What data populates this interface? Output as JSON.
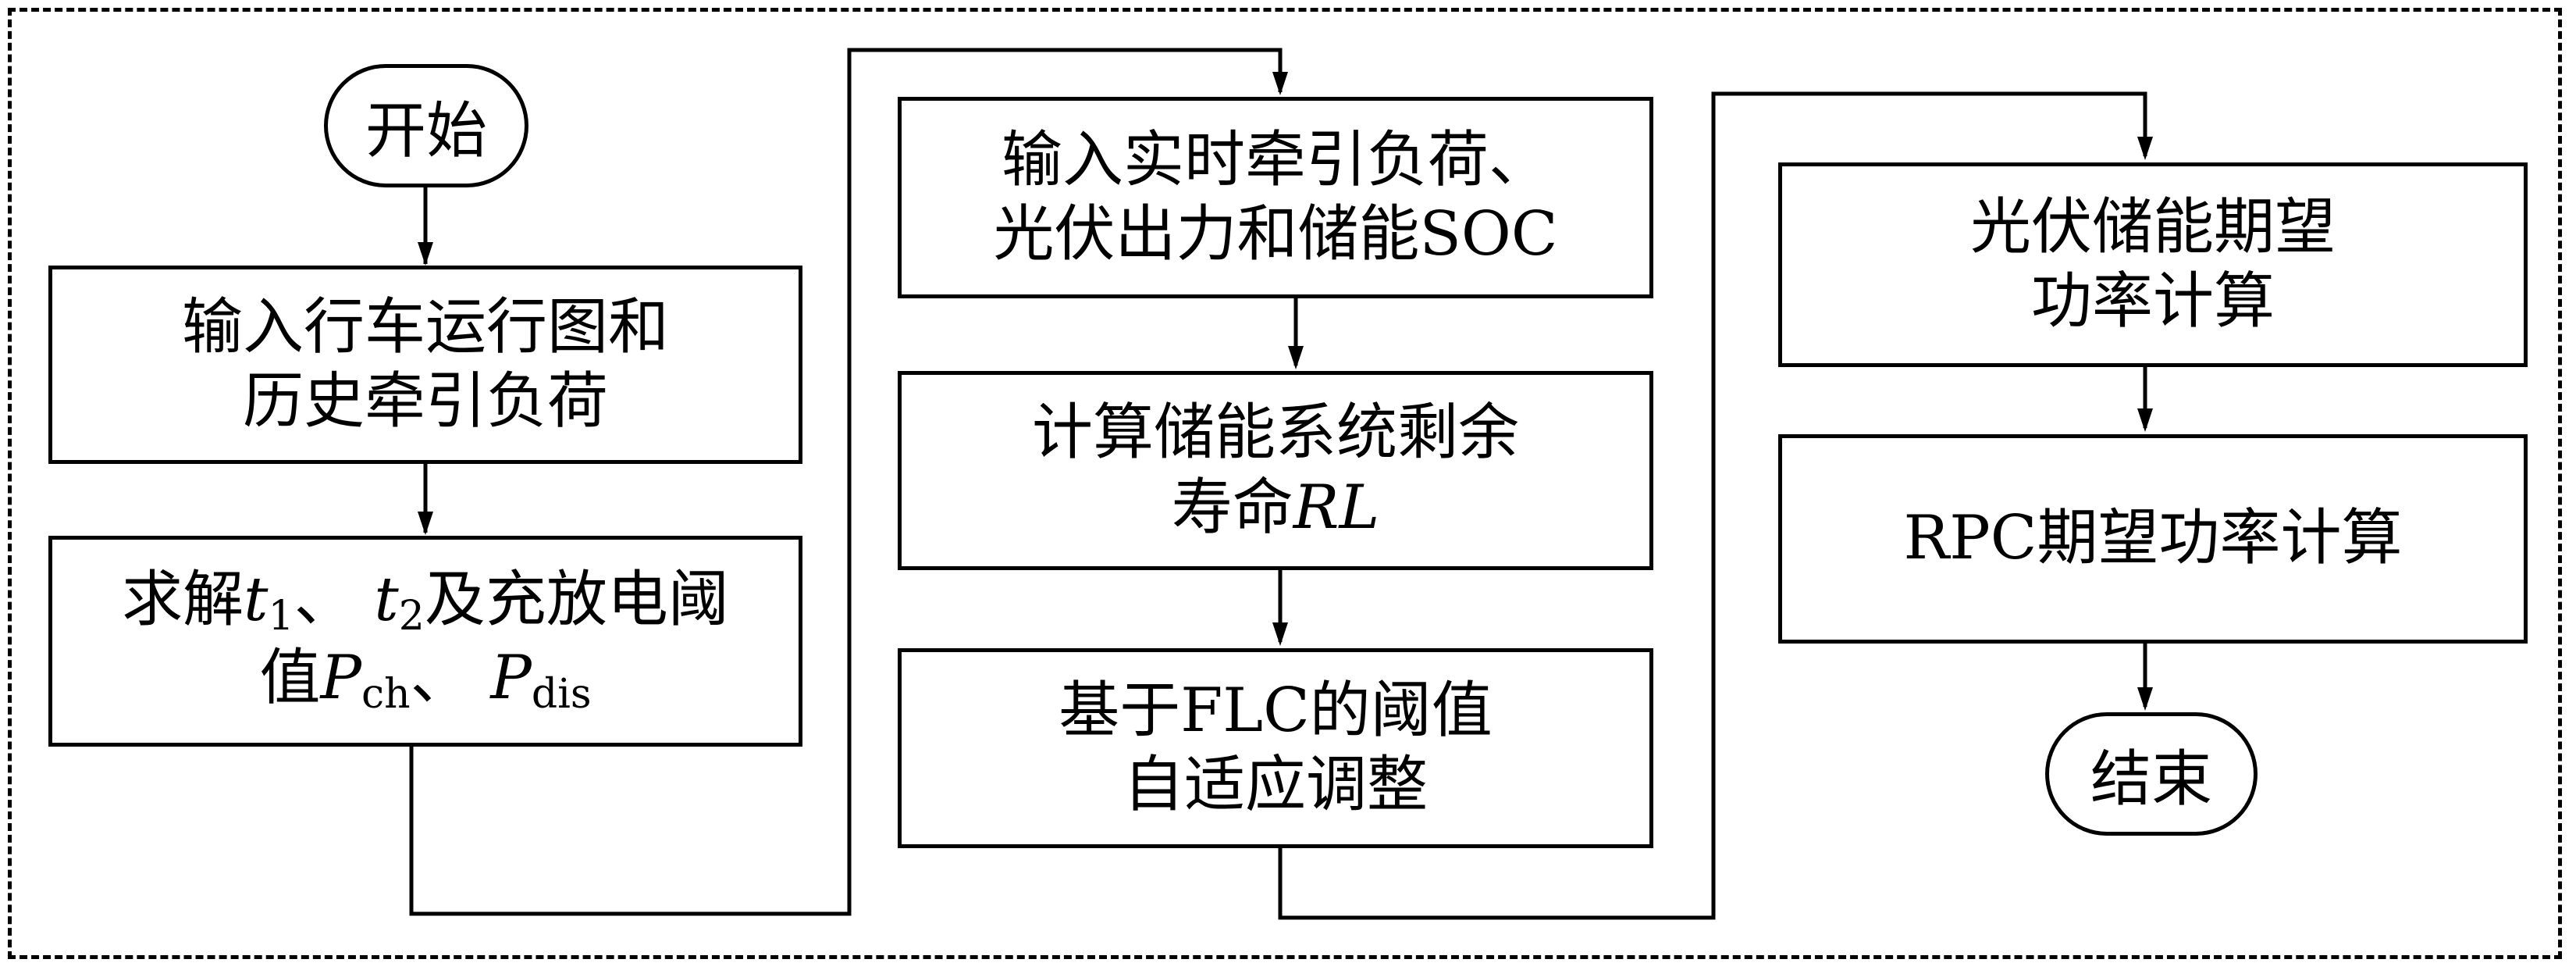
{
  "start": "开始",
  "end": "结束",
  "step1": {
    "line1": "输入行车运行图和",
    "line2": "历史牵引负荷"
  },
  "step2": {
    "p1": "求解",
    "t": "t",
    "t1_sub": "1",
    "sep1": "、",
    "t2_sub": "2",
    "p2": "及充放电阈",
    "p3": "值",
    "P": "P",
    "ch": "ch",
    "sep2": "、",
    "dis": "dis"
  },
  "step3": {
    "line1": "输入实时牵引负荷、",
    "line2": "光伏出力和储能SOC"
  },
  "step4": {
    "line1": "计算储能系统剩余",
    "line2a": "寿命",
    "line2b": "RL"
  },
  "step5": {
    "line1": "基于FLC的阈值",
    "line2": "自适应调整"
  },
  "step6": {
    "line1": "光伏储能期望",
    "line2": "功率计算"
  },
  "step7": {
    "line1": "RPC期望功率计算"
  }
}
